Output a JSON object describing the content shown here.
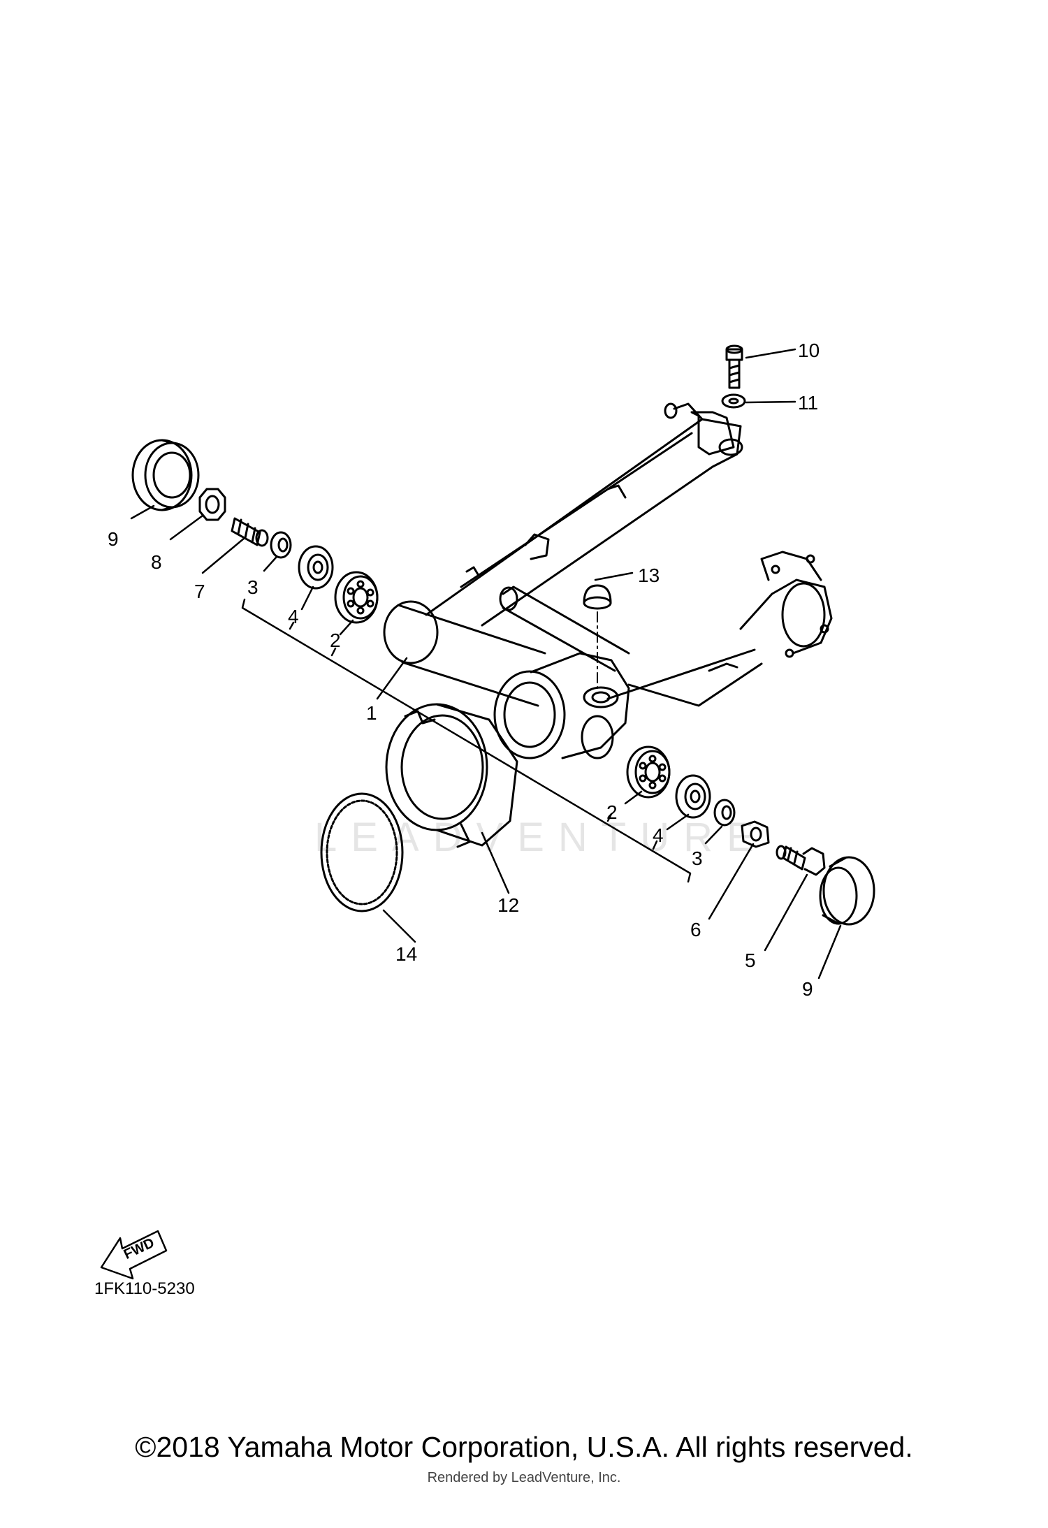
{
  "callouts": [
    {
      "id": "c10",
      "label": "10"
    },
    {
      "id": "c11",
      "label": "11"
    },
    {
      "id": "c9a",
      "label": "9"
    },
    {
      "id": "c8",
      "label": "8"
    },
    {
      "id": "c7",
      "label": "7"
    },
    {
      "id": "c3a",
      "label": "3"
    },
    {
      "id": "c4a",
      "label": "4"
    },
    {
      "id": "c2a",
      "label": "2"
    },
    {
      "id": "c13",
      "label": "13"
    },
    {
      "id": "c1",
      "label": "1"
    },
    {
      "id": "c2b",
      "label": "2"
    },
    {
      "id": "c4b",
      "label": "4"
    },
    {
      "id": "c3b",
      "label": "3"
    },
    {
      "id": "c12",
      "label": "12"
    },
    {
      "id": "c6",
      "label": "6"
    },
    {
      "id": "c14",
      "label": "14"
    },
    {
      "id": "c5",
      "label": "5"
    },
    {
      "id": "c9b",
      "label": "9"
    }
  ],
  "fwd_label": "FWD",
  "diagram_code": "1FK110-5230",
  "watermark": "LEADVENTURE",
  "copyright": "©2018 Yamaha Motor Corporation, U.S.A. All rights reserved.",
  "rendered_by": "Rendered by LeadVenture, Inc."
}
